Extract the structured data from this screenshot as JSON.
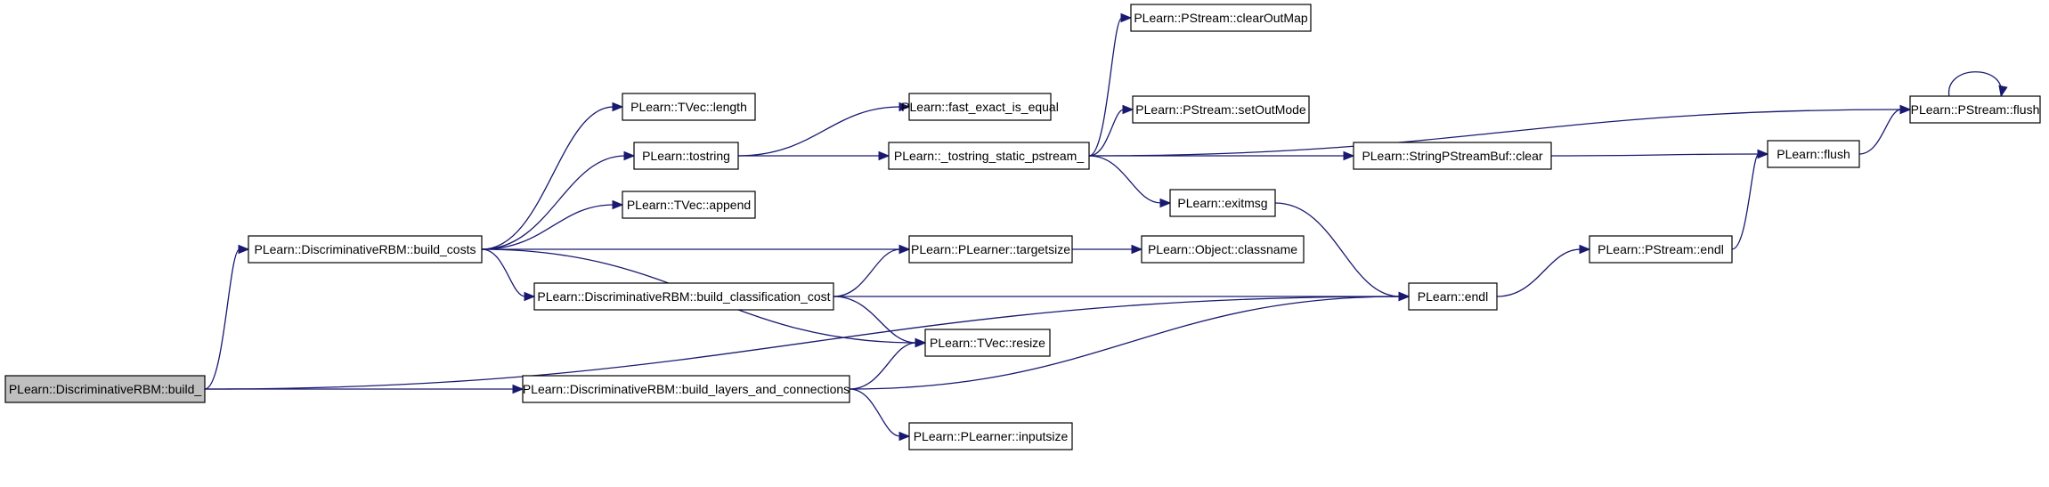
{
  "graph": {
    "colors": {
      "edge": "#191970",
      "node_border": "#000000",
      "root_fill": "#bfbfbf",
      "node_fill": "#ffffff"
    },
    "nodes": [
      {
        "id": "build_",
        "label": "PLearn::DiscriminativeRBM::build_",
        "root": true
      },
      {
        "id": "build_costs",
        "label": "PLearn::DiscriminativeRBM::build_costs"
      },
      {
        "id": "build_layers",
        "label": "PLearn::DiscriminativeRBM::build_layers_and_connections"
      },
      {
        "id": "build_class_cost",
        "label": "PLearn::DiscriminativeRBM::build_classification_cost"
      },
      {
        "id": "tvec_length",
        "label": "PLearn::TVec::length"
      },
      {
        "id": "tostring",
        "label": "PLearn::tostring"
      },
      {
        "id": "tvec_append",
        "label": "PLearn::TVec::append"
      },
      {
        "id": "fast_exact",
        "label": "PLearn::fast_exact_is_equal"
      },
      {
        "id": "tostring_static",
        "label": "PLearn::_tostring_static_pstream_"
      },
      {
        "id": "targetsize",
        "label": "PLearn::PLearner::targetsize"
      },
      {
        "id": "resize",
        "label": "PLearn::TVec::resize"
      },
      {
        "id": "inputsize",
        "label": "PLearn::PLearner::inputsize"
      },
      {
        "id": "clearOutMap",
        "label": "PLearn::PStream::clearOutMap"
      },
      {
        "id": "setOutMode",
        "label": "PLearn::PStream::setOutMode"
      },
      {
        "id": "exitmsg",
        "label": "PLearn::exitmsg"
      },
      {
        "id": "classname",
        "label": "PLearn::Object::classname"
      },
      {
        "id": "sps_clear",
        "label": "PLearn::StringPStreamBuf::clear"
      },
      {
        "id": "endl",
        "label": "PLearn::endl"
      },
      {
        "id": "flush",
        "label": "PLearn::flush"
      },
      {
        "id": "ps_endl",
        "label": "PLearn::PStream::endl"
      },
      {
        "id": "ps_flush",
        "label": "PLearn::PStream::flush"
      }
    ],
    "edges": [
      [
        "build_",
        "build_costs"
      ],
      [
        "build_",
        "build_layers"
      ],
      [
        "build_",
        "endl"
      ],
      [
        "build_costs",
        "tvec_length"
      ],
      [
        "build_costs",
        "tostring"
      ],
      [
        "build_costs",
        "tvec_append"
      ],
      [
        "build_costs",
        "targetsize"
      ],
      [
        "build_costs",
        "build_class_cost"
      ],
      [
        "build_costs",
        "resize"
      ],
      [
        "build_class_cost",
        "targetsize"
      ],
      [
        "build_class_cost",
        "resize"
      ],
      [
        "build_class_cost",
        "endl"
      ],
      [
        "build_layers",
        "resize"
      ],
      [
        "build_layers",
        "endl"
      ],
      [
        "build_layers",
        "inputsize"
      ],
      [
        "tostring",
        "fast_exact"
      ],
      [
        "tostring",
        "tostring_static"
      ],
      [
        "tostring_static",
        "clearOutMap"
      ],
      [
        "tostring_static",
        "ps_flush"
      ],
      [
        "tostring_static",
        "setOutMode"
      ],
      [
        "tostring_static",
        "sps_clear"
      ],
      [
        "tostring_static",
        "exitmsg"
      ],
      [
        "targetsize",
        "classname"
      ],
      [
        "exitmsg",
        "endl"
      ],
      [
        "sps_clear",
        "flush"
      ],
      [
        "endl",
        "ps_endl"
      ],
      [
        "ps_endl",
        "flush"
      ],
      [
        "flush",
        "ps_flush"
      ],
      [
        "ps_flush",
        "ps_flush"
      ]
    ]
  }
}
